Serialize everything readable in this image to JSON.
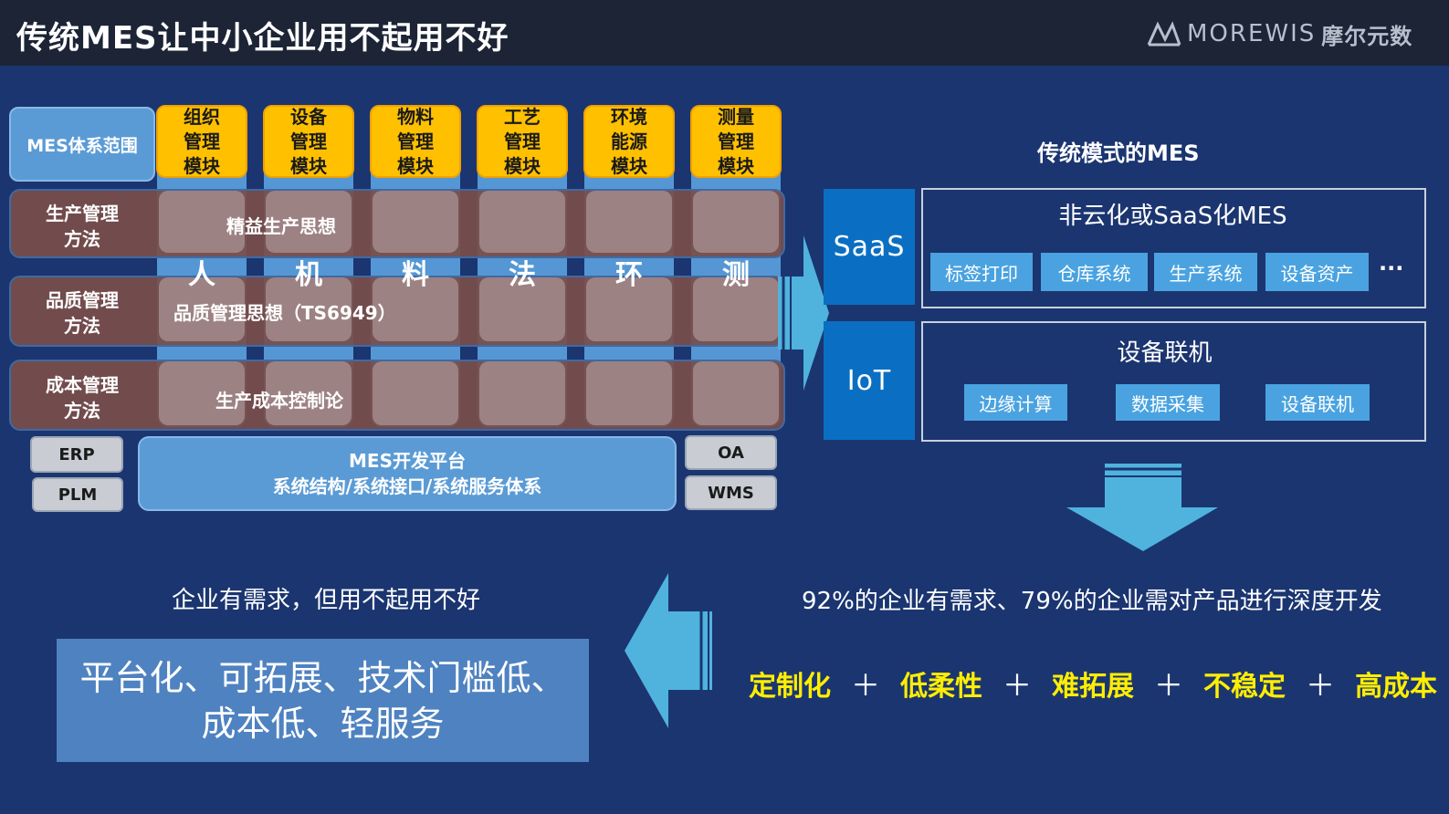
{
  "header": {
    "title": "传统MES让中小企业用不起用不好",
    "logo_wordmark": "MOREWIS",
    "logo_cn": "摩尔元数"
  },
  "mes_diagram": {
    "scope_label": "MES体系范围",
    "modules": [
      "组织\n管理\n模块",
      "设备\n管理\n模块",
      "物料\n管理\n模块",
      "工艺\n管理\n模块",
      "环境\n能源\n模块",
      "测量\n管理\n模块"
    ],
    "methods": [
      {
        "label": "生产管理\n方法",
        "text": "精益生产思想"
      },
      {
        "label": "品质管理\n方法",
        "text": "品质管理思想（TS6949）"
      },
      {
        "label": "成本管理\n方法",
        "text": "生产成本控制论"
      }
    ],
    "factors": [
      "人",
      "机",
      "料",
      "法",
      "环",
      "测"
    ],
    "left_systems": [
      "ERP",
      "PLM"
    ],
    "right_systems": [
      "OA",
      "WMS"
    ],
    "platform_line1": "MES开发平台",
    "platform_line2": "系统结构/系统接口/系统服务体系"
  },
  "traditional_mes": {
    "title": "传统模式的MES",
    "saas_tag": "SaaS",
    "saas_box_title": "非云化或SaaS化MES",
    "saas_items": [
      "标签打印",
      "仓库系统",
      "生产系统",
      "设备资产"
    ],
    "saas_more": "···",
    "iot_tag": "IoT",
    "iot_box_title": "设备联机",
    "iot_items": [
      "边缘计算",
      "数据采集",
      "设备联机"
    ]
  },
  "conclusion": {
    "demand_stat": "92%的企业有需求、79%的企业需对产品进行深度开发",
    "pain_points": [
      "定制化",
      "低柔性",
      "难拓展",
      "不稳定",
      "高成本"
    ],
    "plus_sign": "＋",
    "left_statement": "企业有需求，但用不起用不好",
    "solution_line1": "平台化、可拓展、技术门槛低、",
    "solution_line2": "成本低、轻服务"
  },
  "colors": {
    "background": "#1b3570",
    "module_yellow": "#ffc000",
    "accent_blue": "#0a6fc2",
    "arrow_blue": "#4fb3dd",
    "highlight_yellow": "#ffee00"
  }
}
